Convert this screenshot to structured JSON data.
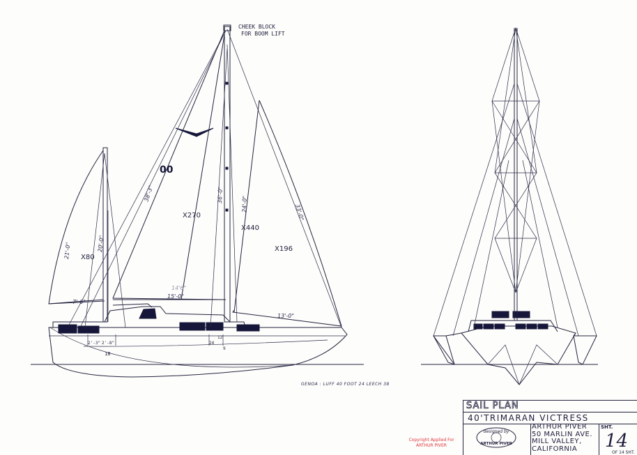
{
  "annotations": {
    "cheek_block_line1": "CHEEK BLOCK",
    "cheek_block_line2": "FOR BOOM LIFT",
    "sail_number": "00",
    "main_luff": "38'-3\"",
    "main_area": "270",
    "jib_luff": "36'-0\"",
    "jib_area": "440",
    "genoa_foot_height": "24'-0\"",
    "genoa_leech": "33'-0\"",
    "genoa_area": "196",
    "mizzen_luff": "21'-0\"",
    "mizzen_leech": "20'-0\"",
    "mizzen_area": "80",
    "mizzen_foot": "7'-6\"",
    "main_foot_a": "14'6\"",
    "main_foot_b": "15'-0\"",
    "genoa_foot": "13'-0\"",
    "dim_a": "2'-3\"",
    "dim_b": "2'-8\"",
    "dim_c": "18",
    "dim_d": "24",
    "dim_e": "12",
    "dim_f": "9",
    "genoa_note": "GENOA : LUFF 40  FOOT 24  LEECH 38"
  },
  "title_block": {
    "title": "SAIL PLAN",
    "subtitle": "40'TRIMARAN VICTRESS",
    "logo_top": "designed by",
    "logo_bottom": "ARTHUR PIVER",
    "address": [
      "ARTHUR PIVER",
      "50 MARLIN AVE.",
      "MILL VALLEY,",
      "CALIFORNIA"
    ],
    "sheet_label": "SHT.",
    "sheet_number": "14",
    "sheet_of": "OF 14 SHT."
  },
  "copyright": {
    "line1": "Copyright Applied For",
    "line2": "ARTHUR PIVER"
  },
  "colors": {
    "ink": "#23233f",
    "solid": "#16163a",
    "paper": "#fdfdfb",
    "stamp": "#e0333a"
  }
}
